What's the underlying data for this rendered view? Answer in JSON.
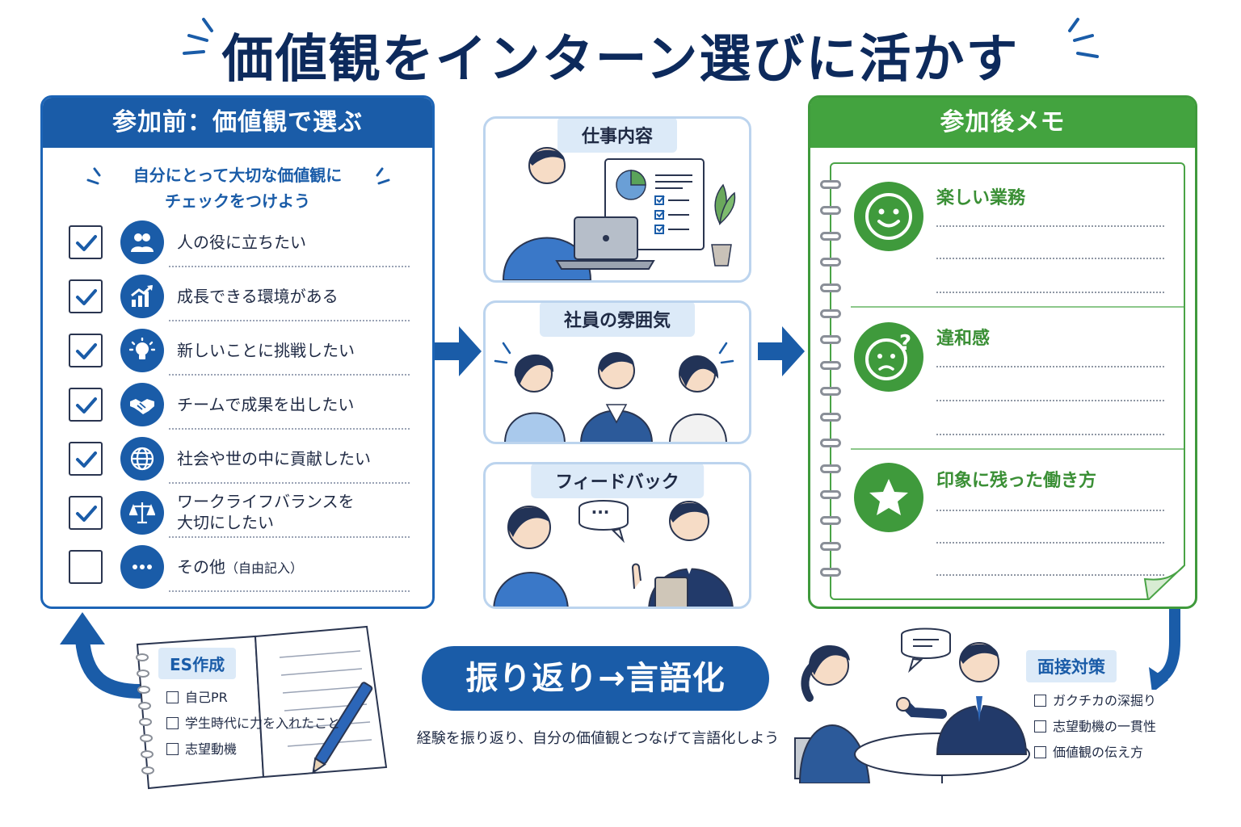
{
  "title": "価値観をインターン選びに活かす",
  "before": {
    "header": "参加前：価値観で選ぶ",
    "subtitle_line1": "自分にとって大切な価値観に",
    "subtitle_line2": "チェックをつけよう",
    "items": [
      {
        "label": "人の役に立ちたい",
        "checked": true,
        "icon": "people-icon"
      },
      {
        "label": "成長できる環境がある",
        "checked": true,
        "icon": "growth-chart-icon"
      },
      {
        "label": "新しいことに挑戦したい",
        "checked": true,
        "icon": "lightbulb-icon"
      },
      {
        "label": "チームで成果を出したい",
        "checked": true,
        "icon": "handshake-icon"
      },
      {
        "label": "社会や世の中に貢献したい",
        "checked": true,
        "icon": "globe-icon"
      },
      {
        "label_line1": "ワークライフバランスを",
        "label_line2": "大切にしたい",
        "checked": true,
        "icon": "scale-icon"
      },
      {
        "label": "その他",
        "note": "（自由記入）",
        "checked": false,
        "icon": "more-icon"
      }
    ]
  },
  "middle": {
    "cards": [
      {
        "tab": "仕事内容"
      },
      {
        "tab": "社員の雰囲気"
      },
      {
        "tab": "フィードバック"
      }
    ],
    "speech_bubble": "..."
  },
  "after": {
    "header": "参加後メモ",
    "sections": [
      {
        "label": "楽しい業務",
        "icon": "smile-icon"
      },
      {
        "label": "違和感",
        "icon": "confused-face-icon"
      },
      {
        "label": "印象に残った働き方",
        "icon": "star-icon"
      }
    ]
  },
  "reflection": {
    "pill": "振り返り→言語化",
    "caption": "経験を振り返り、自分の価値観とつなげて言語化しよう"
  },
  "es": {
    "tab": "ES作成",
    "items": [
      "自己PR",
      "学生時代に力を入れたこと",
      "志望動機"
    ]
  },
  "interview": {
    "tab": "面接対策",
    "items": [
      "ガクチカの深掘り",
      "志望動機の一貫性",
      "価値観の伝え方"
    ]
  },
  "colors": {
    "navy": "#0d2a5c",
    "blue": "#1a5ca8",
    "green": "#43a33f",
    "light_blue": "#dceaf8"
  }
}
